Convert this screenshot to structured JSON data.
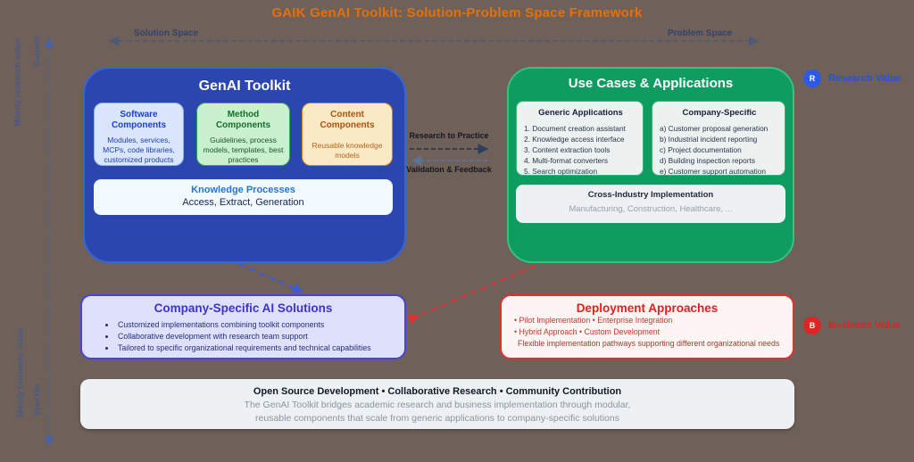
{
  "title": "GAIK GenAI Toolkit: Solution-Problem Space Framework",
  "axes": {
    "horizontal": {
      "left_label": "Solution Space",
      "right_label": "Problem Space"
    },
    "vertical": {
      "top_label_1": "Mainly research value",
      "top_label_2": "Generic",
      "bottom_label_1": "Mainly business value",
      "bottom_label_2": "Specific"
    }
  },
  "toolkit": {
    "title": "GenAI Toolkit",
    "software": {
      "title": "Software Components",
      "body": "Modules, services, MCPs, code libraries, customized products"
    },
    "method": {
      "title": "Method Components",
      "body": "Guidelines, process models, templates, best practices"
    },
    "content": {
      "title": "Content Components",
      "body": "Reusable knowledge models"
    },
    "knowledge": {
      "title": "Knowledge Processes",
      "subtitle": "Access, Extract, Generation"
    }
  },
  "usecases": {
    "title": "Use Cases & Applications",
    "generic": {
      "title": "Generic Applications",
      "items": [
        "1. Document creation assistant",
        "2. Knowledge access interface",
        "3. Content extraction tools",
        "4. Multi-format converters",
        "5. Search optimization"
      ]
    },
    "company": {
      "title": "Company-Specific",
      "items": [
        "a) Customer proposal generation",
        "b) Industrial incident reporting",
        "c) Project documentation",
        "d) Building inspection reports",
        "e) Customer support automation"
      ]
    },
    "cross": {
      "title": "Cross-Industry Implementation",
      "subtitle": "Manufacturing, Construction, Healthcare, ..."
    }
  },
  "flows": {
    "forward": "Research to Practice",
    "backward": "Validation & Feedback"
  },
  "badges": {
    "research": {
      "letter": "R",
      "label": "Research Value",
      "color": "#2b59e8"
    },
    "business": {
      "letter": "B",
      "label": "Business Value",
      "color": "#dc2626"
    }
  },
  "solutions": {
    "title": "Company-Specific AI Solutions",
    "items": [
      "Customized implementations combining toolkit components",
      "Collaborative development with research team support",
      "Tailored to specific organizational requirements and technical capabilities"
    ]
  },
  "deployment": {
    "title": "Deployment Approaches",
    "line1": "• Pilot Implementation • Enterprise Integration",
    "line2": "• Hybrid Approach • Custom Development",
    "line3": "Flexible implementation pathways supporting different organizational needs"
  },
  "footer": {
    "title": "Open Source Development • Collaborative Research • Community Contribution",
    "line1": "The GenAI Toolkit bridges academic research and business implementation through modular,",
    "line2": "reusable components that scale from generic applications to company-specific solutions"
  },
  "colors": {
    "background": "#6f6059",
    "title_orange": "#e2710a",
    "toolkit_blue": "#2b46ae",
    "usecase_green": "#0f9c60",
    "solutions_purple_border": "#4b43d6",
    "deployment_red": "#e23030",
    "research_blue": "#2b59e8",
    "business_red": "#dc2626"
  }
}
